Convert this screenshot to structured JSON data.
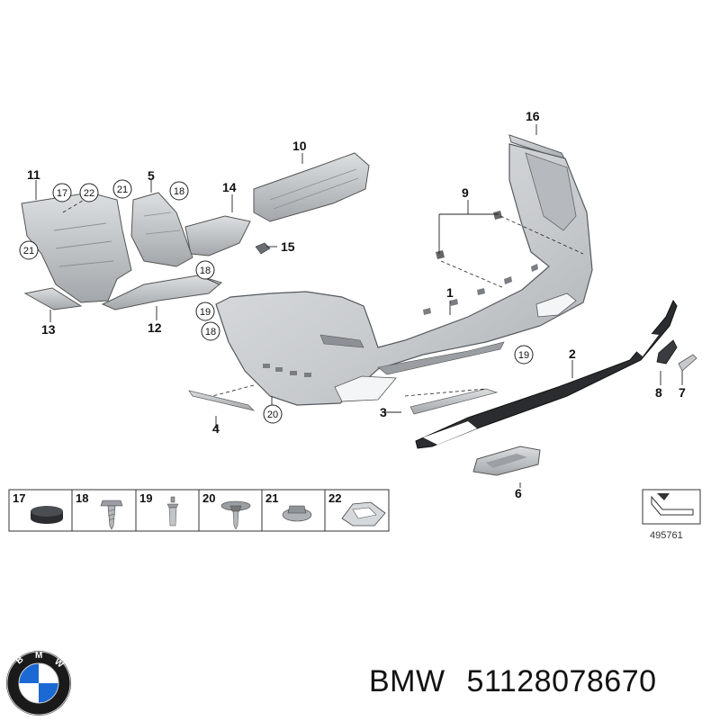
{
  "diagram": {
    "callouts": {
      "c1": "1",
      "c2": "2",
      "c3": "3",
      "c4": "4",
      "c5": "5",
      "c6": "6",
      "c7": "7",
      "c8": "8",
      "c9": "9",
      "c10": "10",
      "c11": "11",
      "c12": "12",
      "c13": "13",
      "c14": "14",
      "c15": "15",
      "c16": "16"
    },
    "circled": {
      "r17": "17",
      "r22": "22",
      "r21a": "21",
      "r21b": "21",
      "r18a": "18",
      "r18b": "18",
      "r19a": "19",
      "r18c": "18",
      "r20": "20",
      "r19b": "19"
    },
    "legend": [
      "17",
      "18",
      "19",
      "20",
      "21",
      "22"
    ],
    "diagram_id": "495761"
  },
  "caption": {
    "brand": "BMW",
    "part_number": "51128078670"
  },
  "logo": {
    "letters": "BMW",
    "colors": {
      "blue": "#1c69d4",
      "white": "#ffffff",
      "ring": "#1a1a1a"
    }
  },
  "colors": {
    "part_fill": "#cdd0d3",
    "part_stroke": "#555a60",
    "dark_part": "#2a2c2f"
  }
}
